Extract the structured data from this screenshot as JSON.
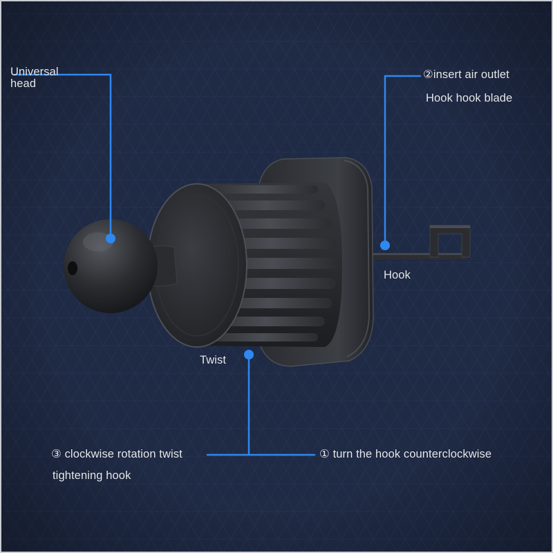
{
  "labels": {
    "universal_head_line1": "Universal",
    "universal_head_line2": "head",
    "insert_line1": "②insert air outlet",
    "insert_line2": "Hook hook blade",
    "hook": "Hook",
    "twist": "Twist",
    "clockwise_line1": "③ clockwise rotation twist",
    "clockwise_line2": "tightening hook",
    "counterclockwise": "① turn the hook counterclockwise"
  },
  "colors": {
    "background": "#1f2a44",
    "accent": "#2f88f0",
    "text": "#e6e9ef",
    "device": "#2a2c30"
  }
}
